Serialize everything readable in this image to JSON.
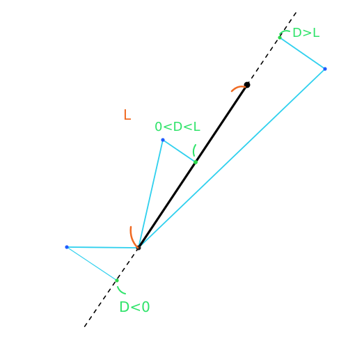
{
  "labels": {
    "segment_length": "L",
    "region_before": "D<0",
    "region_between": "0<D<L",
    "region_after": "D>L"
  },
  "colors": {
    "segment": "#000000",
    "extended_line": "#000000",
    "projection_line": "#2fd0ee",
    "sample_point": "#1f5cff",
    "projected_point": "#2bd64a",
    "region_label": "#2fe36a",
    "length_label": "#f06a22",
    "angle_mark": "#f06a22"
  }
}
